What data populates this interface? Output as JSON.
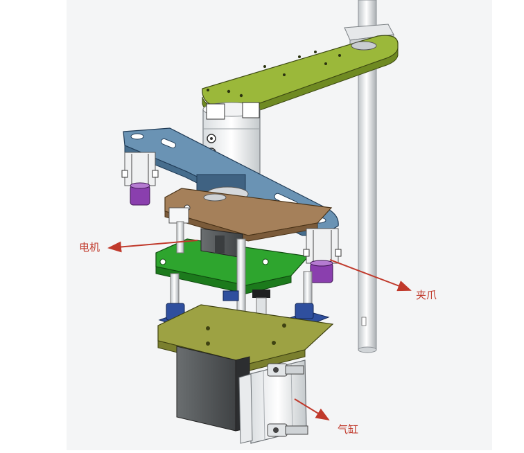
{
  "callouts": {
    "motor": "电机",
    "gripper": "夹爪",
    "cylinder": "气缸"
  },
  "colors": {
    "arm_green": "#9bb83a",
    "gripper_arm_blue": "#6a93b4",
    "motor_plate_brown": "#a5805a",
    "mount_plate_green": "#2ea52e",
    "base_plate_olive": "#9da243",
    "bearing_blue": "#2f4f9e",
    "gripper_pad_purple": "#8a3fae",
    "motor_dark_gray": "#55585a",
    "callout_red": "#c0392b"
  }
}
